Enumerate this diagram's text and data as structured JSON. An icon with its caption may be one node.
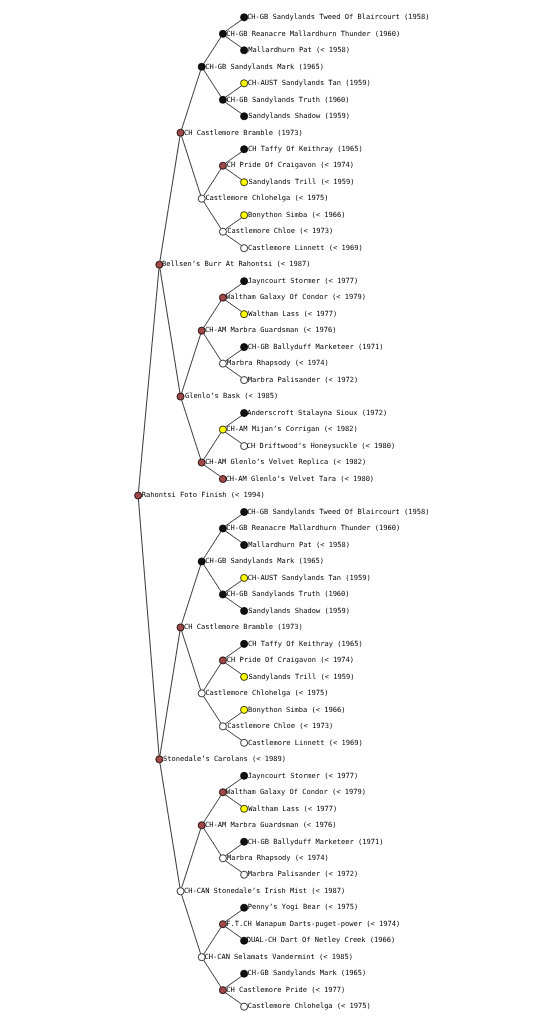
{
  "diagram": {
    "nodes": [
      {
        "text": [],
        "shape": "circle",
        "beside": [
          "CH-GB Sandylands Tweed Of Blaircourt (1958)"
        ]
      },
      {
        "text": [],
        "shape": "circle",
        "beside": [
          "CH-GB Reanacre Mallardhurn Thunder (1960)"
        ]
      },
      {
        "text": [],
        "shape": "circle",
        "beside": [
          "Mallardhurn Pat (< 1958)"
        ]
      },
      {
        "text": [],
        "shape": "circle",
        "beside": [
          "CH-GB Sandylands Mark (1965)"
        ]
      },
      {
        "text": [],
        "shape": "circle",
        "beside": [
          "CH-AUST Sandylands Tan (1959)"
        ]
      },
      {
        "text": [],
        "shape": "circle",
        "beside": [
          "CH-GB Sandylands Truth (1960)"
        ]
      },
      {
        "text": [],
        "shape": "circle",
        "beside": [
          "Sandylands Shadow (1959)"
        ]
      },
      {
        "text": [],
        "shape": "circle",
        "beside": [
          "CH Castlemore Bramble (1973)"
        ]
      },
      {
        "text": [],
        "shape": "circle",
        "beside": [
          "CH Taffy Of Keithray (1965)"
        ]
      },
      {
        "text": [],
        "shape": "circle",
        "beside": [
          "CH Pride Of Craigavon (< 1974)"
        ]
      },
      {
        "text": [],
        "shape": "circle",
        "beside": [
          "Sandylands Trill (< 1959)"
        ]
      },
      {
        "text": [],
        "shape": "circle",
        "beside": [
          "Castlemore Chlohelga (< 1975)"
        ]
      },
      {
        "text": [],
        "shape": "circle",
        "beside": [
          "Bonython Simba (< 1966)"
        ]
      },
      {
        "text": [],
        "shape": "circle",
        "beside": [
          "Castlemore Chloe (< 1973)"
        ]
      },
      {
        "text": [],
        "shape": "circle",
        "beside": [
          "Castlemore Linnett (< 1969)"
        ]
      },
      {
        "text": [],
        "shape": "circle",
        "beside": [
          "Bellsen’s Burr At Rahontsi (< 1987)"
        ]
      },
      {
        "text": [],
        "shape": "circle",
        "beside": [
          "Jayncourt Stormer (< 1977)"
        ]
      },
      {
        "text": [],
        "shape": "circle",
        "beside": [
          "Waltham Galaxy Of Condor (< 1979)"
        ]
      },
      {
        "text": [],
        "shape": "circle",
        "beside": [
          "Waltham Lass (< 1977)"
        ]
      },
      {
        "text": [],
        "shape": "circle",
        "beside": [
          "CH-AM Marbra Guardsman (< 1976)"
        ]
      },
      {
        "text": [],
        "shape": "circle",
        "beside": [
          "CH-GB Ballyduff Marketeer (1971)"
        ]
      },
      {
        "text": [],
        "shape": "circle",
        "beside": [
          "Marbra Rhapsody (< 1974)"
        ]
      },
      {
        "text": [],
        "shape": "circle",
        "beside": [
          "Marbra Palisander (< 1972)"
        ]
      },
      {
        "text": [],
        "shape": "circle",
        "beside": [
          "Glenlo’s Bask (< 1985)"
        ]
      },
      {
        "text": [],
        "shape": "circle",
        "beside": [
          "Anderscroft Stalayna Sioux (1972)"
        ]
      },
      {
        "text": [],
        "shape": "circle",
        "beside": [
          "CH-AM Mijan’s Corrigan (< 1982)"
        ]
      },
      {
        "text": [],
        "shape": "circle",
        "beside": [
          "CH Driftwood’s Honeysuckle (< 1980)"
        ]
      },
      {
        "text": [],
        "shape": "circle",
        "beside": [
          "CH-AM Glenlo’s Velvet Replica (< 1982)"
        ]
      },
      {
        "text": [],
        "shape": "circle",
        "beside": [
          "CH-AM Glenlo’s Velvet Tara (< 1980)"
        ]
      },
      {
        "text": [],
        "shape": "circle",
        "beside": [
          "Rahontsi Foto Finish (< 1994)"
        ]
      },
      {
        "text": [],
        "shape": "circle",
        "beside": [
          "CH-GB Sandylands Tweed Of Blaircourt (1958)"
        ]
      },
      {
        "text": [],
        "shape": "circle",
        "beside": [
          "CH-GB Reanacre Mallardhurn Thunder (1960)"
        ]
      },
      {
        "text": [],
        "shape": "circle",
        "beside": [
          "Mallardhurn Pat (< 1958)"
        ]
      },
      {
        "text": [],
        "shape": "circle",
        "beside": [
          "CH-GB Sandylands Mark (1965)"
        ]
      },
      {
        "text": [],
        "shape": "circle",
        "beside": [
          "CH-AUST Sandylands Tan (1959)"
        ]
      },
      {
        "text": [],
        "shape": "circle",
        "beside": [
          "CH-GB Sandylands Truth (1960)"
        ]
      },
      {
        "text": [],
        "shape": "circle",
        "beside": [
          "Sandylands Shadow (1959)"
        ]
      },
      {
        "text": [],
        "shape": "circle",
        "beside": [
          "CH Castlemore Bramble (1973)"
        ]
      },
      {
        "text": [],
        "shape": "circle",
        "beside": [
          "CH Taffy Of Keithray (1965)"
        ]
      },
      {
        "text": [],
        "shape": "circle",
        "beside": [
          "CH Pride Of Craigavon (< 1974)"
        ]
      },
      {
        "text": [],
        "shape": "circle",
        "beside": [
          "Sandylands Trill (< 1959)"
        ]
      },
      {
        "text": [],
        "shape": "circle",
        "beside": [
          "Castlemore Chlohelga (< 1975)"
        ]
      },
      {
        "text": [],
        "shape": "circle",
        "beside": [
          "Bonython Simba (< 1966)"
        ]
      },
      {
        "text": [],
        "shape": "circle",
        "beside": [
          "Castlemore Chloe (< 1973)"
        ]
      },
      {
        "text": [],
        "shape": "circle",
        "beside": [
          "Castlemore Linnett (< 1969)"
        ]
      },
      {
        "text": [],
        "shape": "circle",
        "beside": [
          "Stonedale’s Carolans (< 1989)"
        ]
      },
      {
        "text": [],
        "shape": "circle",
        "beside": [
          "Jayncourt Stormer (< 1977)"
        ]
      },
      {
        "text": [],
        "shape": "circle",
        "beside": [
          "Waltham Galaxy Of Condor (< 1979)"
        ]
      },
      {
        "text": [],
        "shape": "circle",
        "beside": [
          "Waltham Lass (< 1977)"
        ]
      },
      {
        "text": [],
        "shape": "circle",
        "beside": [
          "CH-AM Marbra Guardsman (< 1976)"
        ]
      },
      {
        "text": [],
        "shape": "circle",
        "beside": [
          "CH-GB Ballyduff Marketeer (1971)"
        ]
      },
      {
        "text": [],
        "shape": "circle",
        "beside": [
          "Marbra Rhapsody (< 1974)"
        ]
      },
      {
        "text": [],
        "shape": "circle",
        "beside": [
          "Marbra Palisander (< 1972)"
        ]
      },
      {
        "text": [],
        "shape": "circle",
        "beside": [
          "CH-CAN Stonedale’s Irish Mist (< 1987)"
        ]
      },
      {
        "text": [],
        "shape": "circle",
        "beside": [
          "Penny’s Yogi Bear (< 1975)"
        ]
      },
      {
        "text": [],
        "shape": "circle",
        "beside": [
          "F.T.CH Wanapum Darts-puget-power (< 1974)"
        ]
      },
      {
        "text": [],
        "shape": "circle",
        "beside": [
          "DUAL-CH Dart Of Netley Creek (1966)"
        ]
      },
      {
        "text": [],
        "shape": "circle",
        "beside": [
          "CH-CAN Selamats Vandermint (< 1985)"
        ]
      },
      {
        "text": [],
        "shape": "circle",
        "beside": [
          "CH-GB Sandylands Mark (1965)"
        ]
      },
      {
        "text": [],
        "shape": "circle",
        "beside": [
          "CH Castlemore Pride (< 1977)"
        ]
      },
      {
        "text": [],
        "shape": "circle",
        "beside": [
          "Castlemore Chlohelga (< 1975)"
        ]
      }
    ],
    "edges": [
      {
        "from": 1,
        "to": 0,
        "arrow": "none"
      },
      {
        "from": 3,
        "to": 1,
        "arrow": "none"
      },
      {
        "from": 1,
        "to": 2,
        "arrow": "none"
      },
      {
        "from": 7,
        "to": 3,
        "arrow": "none"
      },
      {
        "from": 5,
        "to": 4,
        "arrow": "none"
      },
      {
        "from": 3,
        "to": 5,
        "arrow": "none"
      },
      {
        "from": 5,
        "to": 6,
        "arrow": "none"
      },
      {
        "from": 15,
        "to": 7,
        "arrow": "none"
      },
      {
        "from": 9,
        "to": 8,
        "arrow": "none"
      },
      {
        "from": 11,
        "to": 9,
        "arrow": "none"
      },
      {
        "from": 9,
        "to": 10,
        "arrow": "none"
      },
      {
        "from": 7,
        "to": 11,
        "arrow": "none"
      },
      {
        "from": 13,
        "to": 12,
        "arrow": "none"
      },
      {
        "from": 11,
        "to": 13,
        "arrow": "none"
      },
      {
        "from": 13,
        "to": 14,
        "arrow": "none"
      },
      {
        "from": 29,
        "to": 15,
        "arrow": "none"
      },
      {
        "from": 17,
        "to": 16,
        "arrow": "none"
      },
      {
        "from": 19,
        "to": 17,
        "arrow": "none"
      },
      {
        "from": 17,
        "to": 18,
        "arrow": "none"
      },
      {
        "from": 23,
        "to": 19,
        "arrow": "none"
      },
      {
        "from": 21,
        "to": 20,
        "arrow": "none"
      },
      {
        "from": 19,
        "to": 21,
        "arrow": "none"
      },
      {
        "from": 21,
        "to": 22,
        "arrow": "none"
      },
      {
        "from": 15,
        "to": 23,
        "arrow": "none"
      },
      {
        "from": 25,
        "to": 24,
        "arrow": "none"
      },
      {
        "from": 27,
        "to": 25,
        "arrow": "none"
      },
      {
        "from": 25,
        "to": 26,
        "arrow": "none"
      },
      {
        "from": 23,
        "to": 27,
        "arrow": "none"
      },
      {
        "from": 27,
        "to": 28,
        "arrow": "none"
      },
      {
        "from": 31,
        "to": 30,
        "arrow": "none"
      },
      {
        "from": 33,
        "to": 31,
        "arrow": "none"
      },
      {
        "from": 31,
        "to": 32,
        "arrow": "none"
      },
      {
        "from": 37,
        "to": 33,
        "arrow": "none"
      },
      {
        "from": 35,
        "to": 34,
        "arrow": "none"
      },
      {
        "from": 33,
        "to": 35,
        "arrow": "none"
      },
      {
        "from": 35,
        "to": 36,
        "arrow": "none"
      },
      {
        "from": 45,
        "to": 37,
        "arrow": "none"
      },
      {
        "from": 39,
        "to": 38,
        "arrow": "none"
      },
      {
        "from": 41,
        "to": 39,
        "arrow": "none"
      },
      {
        "from": 39,
        "to": 40,
        "arrow": "none"
      },
      {
        "from": 37,
        "to": 41,
        "arrow": "none"
      },
      {
        "from": 43,
        "to": 42,
        "arrow": "none"
      },
      {
        "from": 41,
        "to": 43,
        "arrow": "none"
      },
      {
        "from": 43,
        "to": 44,
        "arrow": "none"
      },
      {
        "from": 29,
        "to": 45,
        "arrow": "none"
      },
      {
        "from": 47,
        "to": 46,
        "arrow": "none"
      },
      {
        "from": 49,
        "to": 47,
        "arrow": "none"
      },
      {
        "from": 47,
        "to": 48,
        "arrow": "none"
      },
      {
        "from": 53,
        "to": 49,
        "arrow": "none"
      },
      {
        "from": 51,
        "to": 50,
        "arrow": "none"
      },
      {
        "from": 49,
        "to": 51,
        "arrow": "none"
      },
      {
        "from": 51,
        "to": 52,
        "arrow": "none"
      },
      {
        "from": 45,
        "to": 53,
        "arrow": "none"
      },
      {
        "from": 55,
        "to": 54,
        "arrow": "none"
      },
      {
        "from": 57,
        "to": 55,
        "arrow": "none"
      },
      {
        "from": 55,
        "to": 56,
        "arrow": "none"
      },
      {
        "from": 53,
        "to": 57,
        "arrow": "none"
      },
      {
        "from": 59,
        "to": 58,
        "arrow": "none"
      },
      {
        "from": 57,
        "to": 59,
        "arrow": "none"
      },
      {
        "from": 59,
        "to": 60,
        "arrow": "none"
      }
    ]
  }
}
